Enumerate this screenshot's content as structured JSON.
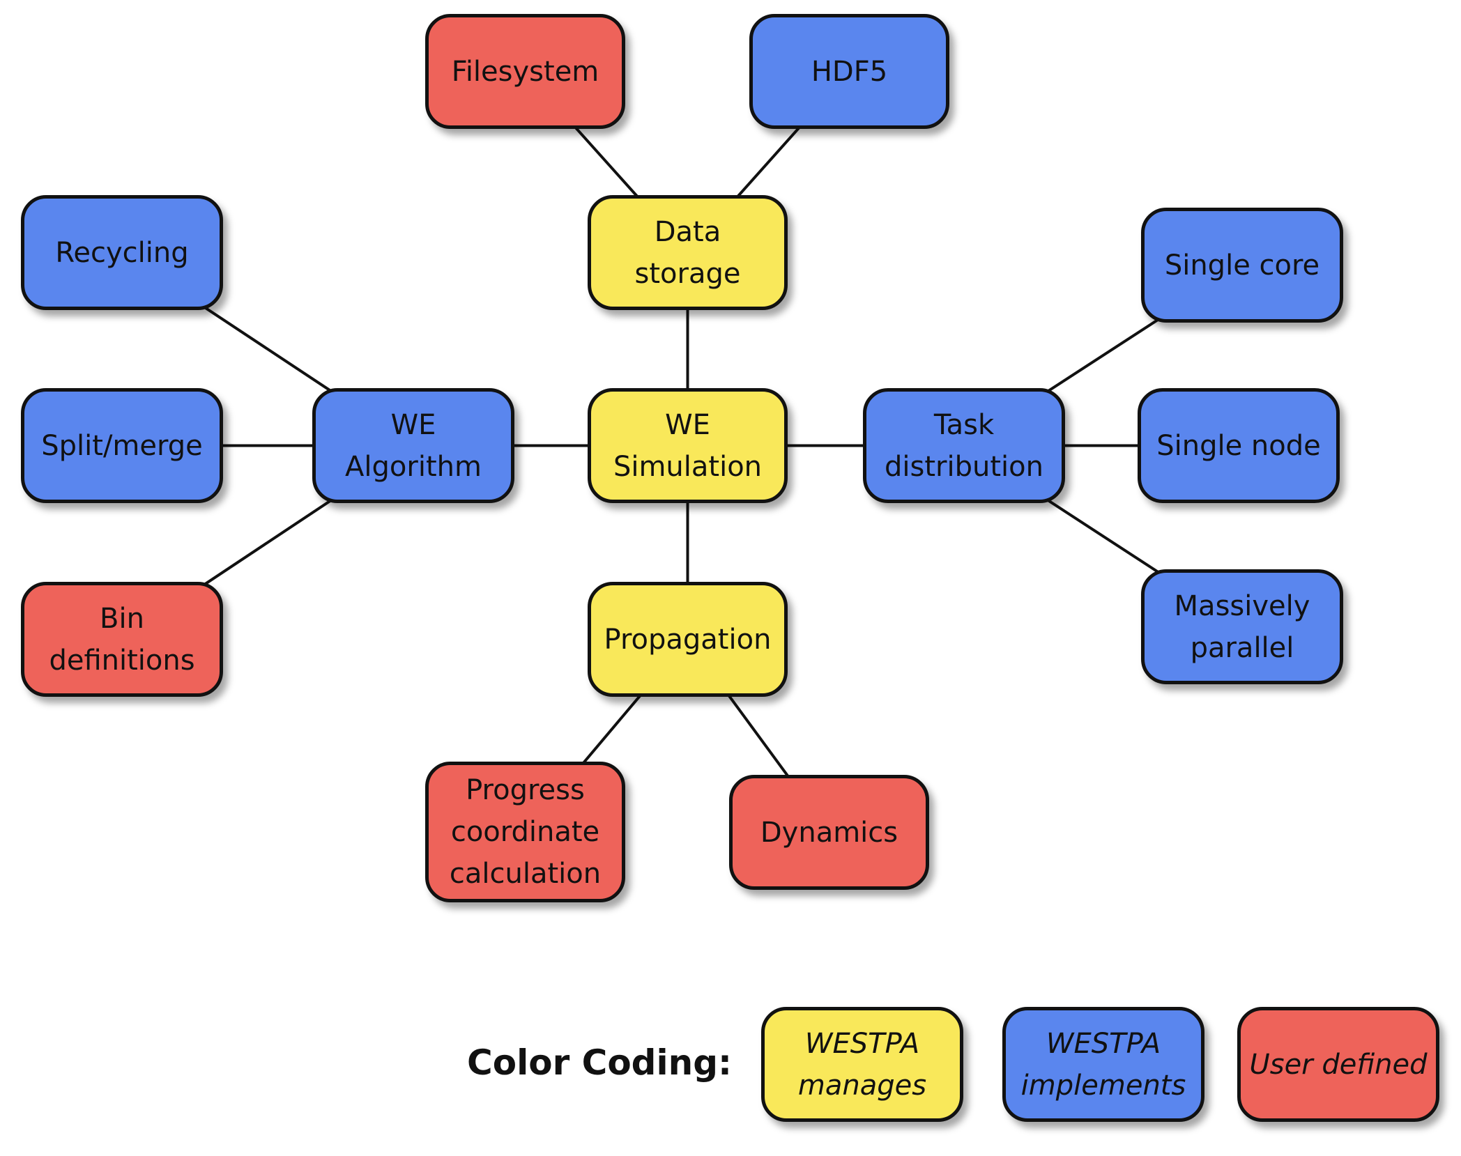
{
  "colors": {
    "westpa_manages": "#F9E85A",
    "westpa_implements": "#5A86EE",
    "user_defined": "#EE635A",
    "border": "#111111",
    "line": "#111111"
  },
  "nodes": {
    "filesystem": {
      "label": "Filesystem",
      "kind": "user_defined"
    },
    "hdf5": {
      "label": "HDF5",
      "kind": "westpa_implements"
    },
    "data_storage": {
      "label": "Data\nstorage",
      "kind": "westpa_manages"
    },
    "recycling": {
      "label": "Recycling",
      "kind": "westpa_implements"
    },
    "split_merge": {
      "label": "Split/merge",
      "kind": "westpa_implements"
    },
    "bin_definitions": {
      "label": "Bin\ndefinitions",
      "kind": "user_defined"
    },
    "we_algorithm": {
      "label": "WE\nAlgorithm",
      "kind": "westpa_implements"
    },
    "we_simulation": {
      "label": "WE\nSimulation",
      "kind": "westpa_manages"
    },
    "task_distribution": {
      "label": "Task\ndistribution",
      "kind": "westpa_implements"
    },
    "single_core": {
      "label": "Single core",
      "kind": "westpa_implements"
    },
    "single_node": {
      "label": "Single node",
      "kind": "westpa_implements"
    },
    "massively_parallel": {
      "label": "Massively\nparallel",
      "kind": "westpa_implements"
    },
    "propagation": {
      "label": "Propagation",
      "kind": "westpa_manages"
    },
    "progress_coordinate": {
      "label": "Progress\ncoordinate\ncalculation",
      "kind": "user_defined"
    },
    "dynamics": {
      "label": "Dynamics",
      "kind": "user_defined"
    }
  },
  "edges": [
    [
      "filesystem",
      "data_storage"
    ],
    [
      "hdf5",
      "data_storage"
    ],
    [
      "data_storage",
      "we_simulation"
    ],
    [
      "recycling",
      "we_algorithm"
    ],
    [
      "split_merge",
      "we_algorithm"
    ],
    [
      "bin_definitions",
      "we_algorithm"
    ],
    [
      "we_algorithm",
      "we_simulation"
    ],
    [
      "we_simulation",
      "task_distribution"
    ],
    [
      "task_distribution",
      "single_core"
    ],
    [
      "task_distribution",
      "single_node"
    ],
    [
      "task_distribution",
      "massively_parallel"
    ],
    [
      "we_simulation",
      "propagation"
    ],
    [
      "propagation",
      "progress_coordinate"
    ],
    [
      "propagation",
      "dynamics"
    ]
  ],
  "legend": {
    "title": "Color Coding:",
    "items": {
      "westpa_manages": {
        "label": "WESTPA\nmanages",
        "kind": "westpa_manages"
      },
      "westpa_implements": {
        "label": "WESTPA\nimplements",
        "kind": "westpa_implements"
      },
      "user_defined": {
        "label": "User defined",
        "kind": "user_defined"
      }
    }
  }
}
